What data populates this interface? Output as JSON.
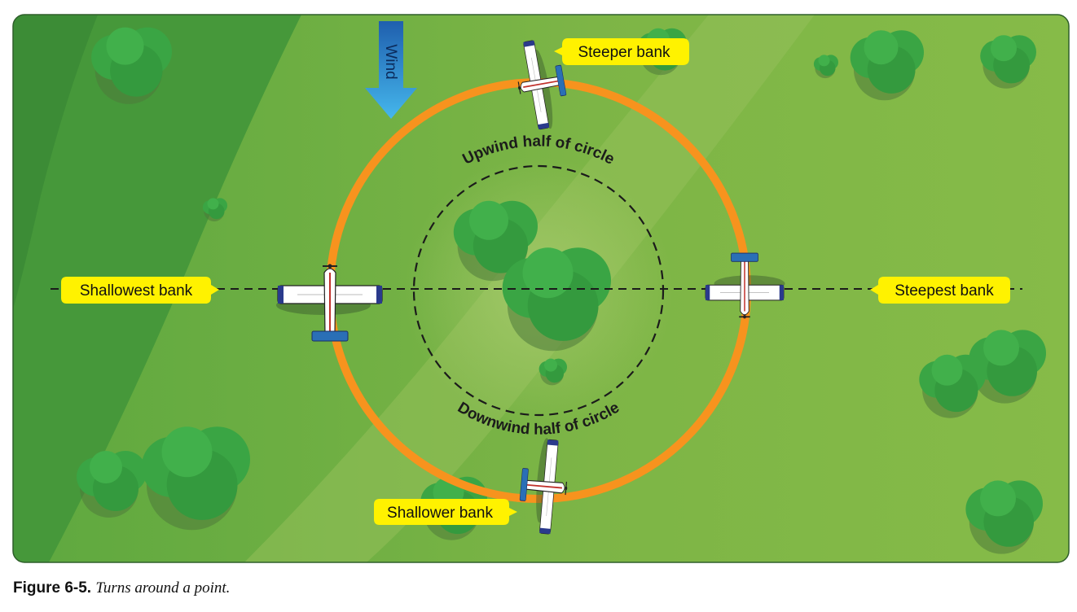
{
  "figure": {
    "labels": {
      "wind": "Wind",
      "steeper": "Steeper bank",
      "steepest": "Steepest bank",
      "shallowest": "Shallowest bank",
      "shallower": "Shallower bank",
      "upwind": "Upwind half of circle",
      "downwind": "Downwind half of circle"
    },
    "caption": {
      "number": "Figure 6-5.",
      "text": "Turns around a point."
    },
    "colors": {
      "field_dark": "#2f8f3a",
      "field_light": "#8dbb4a",
      "circle": "#f7931e",
      "callout": "#fff200",
      "wind_arrow_top": "#1f5fae",
      "wind_arrow_bottom": "#45b7ec",
      "tree": "#3aa544",
      "tree_shadow": "#4f7a3a"
    },
    "icons": [
      "wind-arrow-icon",
      "airplane-icon",
      "tree-icon",
      "callout-pointer-icon"
    ]
  }
}
